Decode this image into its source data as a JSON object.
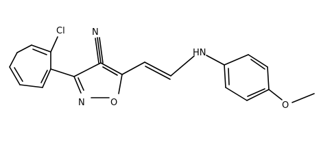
{
  "molecule": {
    "atoms": {
      "chlorine": "Cl",
      "nitrile_nitrogen": "N",
      "ring_nitrogen": "N",
      "ring_oxygen": "O",
      "amine": "HN",
      "methoxy_oxygen": "O"
    },
    "colors": {
      "bond": "#000000",
      "label": "#000000",
      "background": "#ffffff"
    }
  }
}
